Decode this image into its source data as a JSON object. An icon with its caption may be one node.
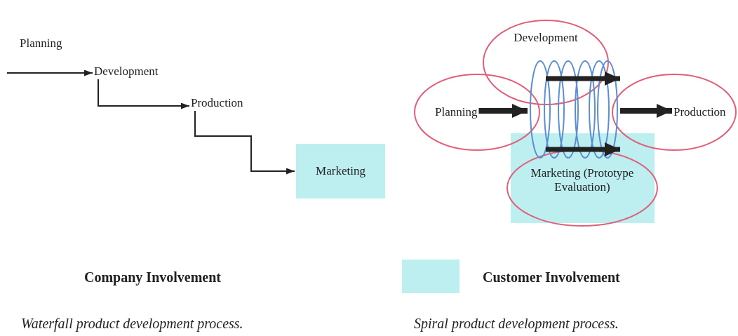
{
  "diagram": {
    "nodes": [
      {
        "text": [
          "Development"
        ]
      },
      {
        "text": [
          "Production"
        ]
      },
      {
        "text": [
          "Marketing"
        ]
      },
      {
        "text": [
          "Planning"
        ]
      },
      {
        "text": [
          "Development"
        ]
      },
      {
        "text": [
          "Production"
        ]
      },
      {
        "text": [
          "Marketing (Prototype Evaluation)"
        ]
      },
      {
        "text": [],
        "shape": "spiral"
      }
    ],
    "edges": [
      {
        "from": null,
        "to": 0,
        "arrow": "to"
      },
      {
        "from": 0,
        "to": 1,
        "arrow": "to"
      },
      {
        "from": 1,
        "to": 2,
        "arrow": "to"
      },
      {
        "from": 3,
        "to": 7,
        "arrow": "to",
        "style": "thick"
      },
      {
        "from": 7,
        "to": 5,
        "arrow": "to",
        "style": "thick"
      }
    ],
    "labels": [
      "Planning",
      "Company Involvement",
      "Waterfall product development process.",
      "Spiral product development process."
    ],
    "legend": [
      {
        "text": "Customer Involvement",
        "color": "#bdeef0"
      }
    ]
  }
}
